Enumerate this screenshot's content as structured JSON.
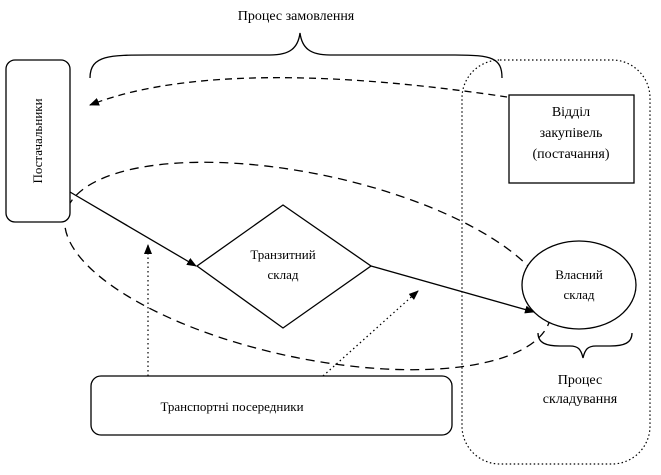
{
  "labels": {
    "order_process": "Процес замовлення",
    "suppliers": "Постачальники",
    "procurement_line1": "Відділ",
    "procurement_line2": "закупівель",
    "procurement_line3": "(постачання)",
    "transit_line1": "Транзитний",
    "transit_line2": "склад",
    "own_line1": "Власний",
    "own_line2": "склад",
    "transport": "Транспортні посередники",
    "storage_line1": "Процес",
    "storage_line2": "складування"
  },
  "colors": {
    "stroke": "#000000",
    "fill": "#ffffff",
    "text": "#000000"
  }
}
